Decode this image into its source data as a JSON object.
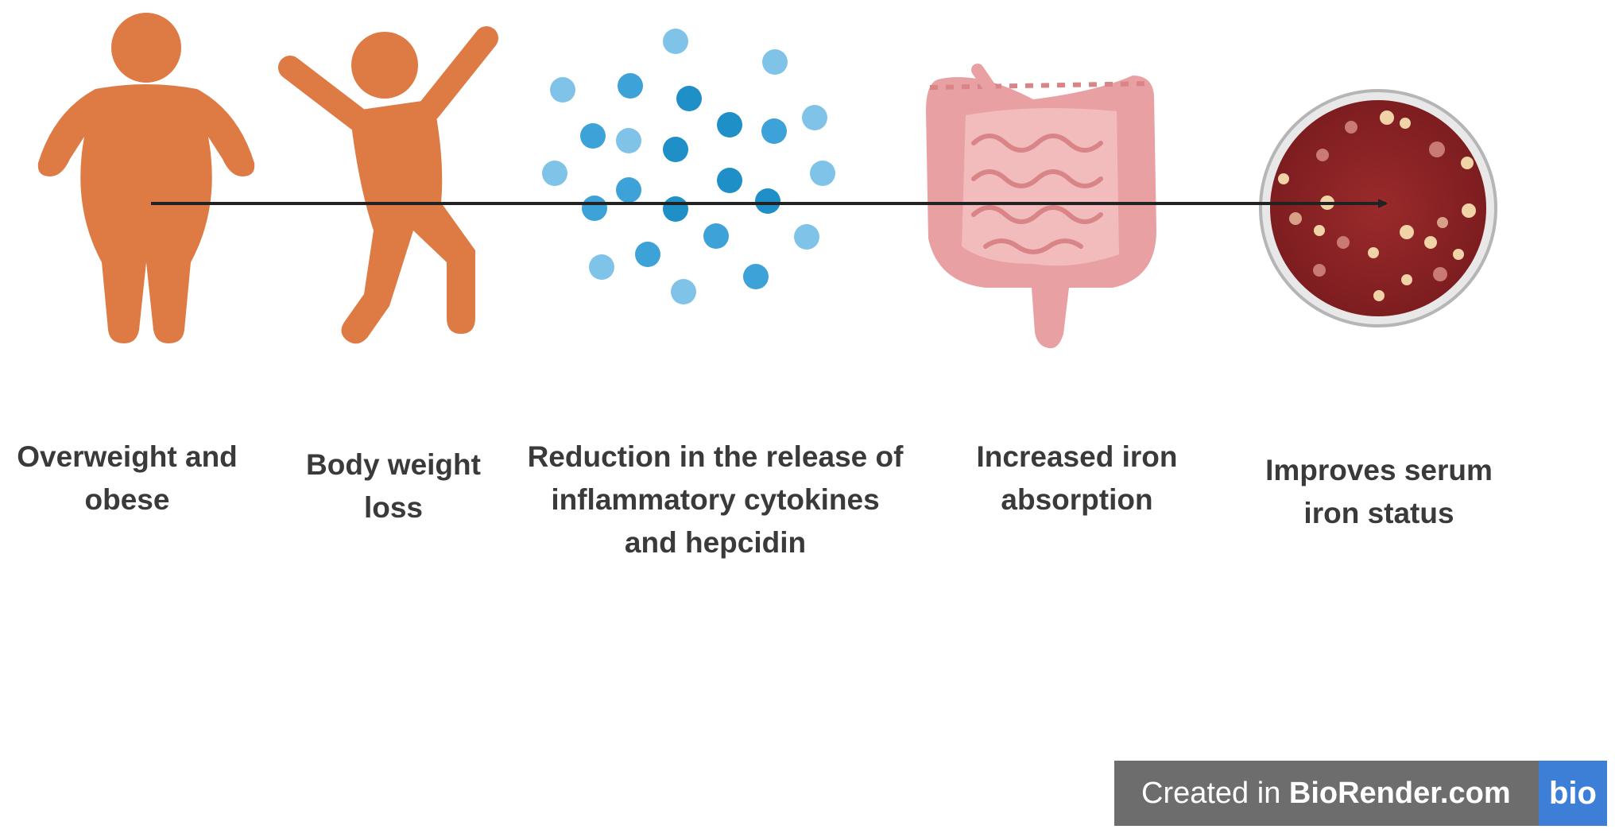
{
  "steps": [
    {
      "id": "overweight",
      "label": "Overweight and\nobese",
      "icon": "obese-person-icon"
    },
    {
      "id": "weight-loss",
      "label": "Body weight\nloss",
      "icon": "active-person-icon"
    },
    {
      "id": "cytokines",
      "label": "Reduction in the release of\ninflammatory cytokines\nand hepcidin",
      "icon": "cytokine-particles-icon"
    },
    {
      "id": "absorption",
      "label": "Increased iron\nabsorption",
      "icon": "intestine-icon"
    },
    {
      "id": "serum-iron",
      "label": "Improves serum\niron status",
      "icon": "blood-cells-icon"
    }
  ],
  "watermark": {
    "prefix": "Created in ",
    "brand": "BioRender.com",
    "logo": "bio"
  },
  "colors": {
    "figure": "#de7b44",
    "particle_light": "#7fc4e8",
    "particle_dark": "#1f8fc8",
    "intestine": "#eba2a5",
    "blood": "#8e2325",
    "arrow": "#222222"
  }
}
